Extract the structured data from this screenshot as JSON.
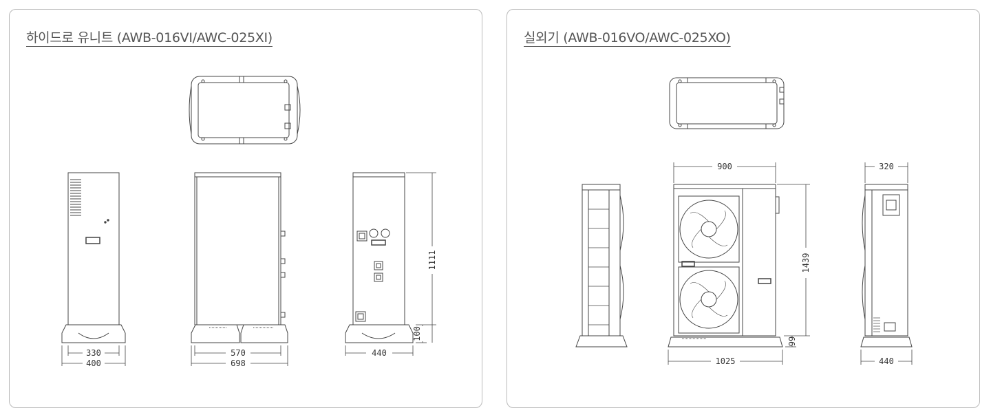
{
  "hydro_unit": {
    "title": "하이드로 유니트 (AWB-016VI/AWC-025XI)",
    "dims": {
      "w330": "330",
      "w400": "400",
      "w570": "570",
      "w698": "698",
      "w440": "440",
      "h1111": "1111",
      "h100": "100"
    }
  },
  "outdoor_unit": {
    "title": "실외기 (AWB-016VO/AWC-025XO)",
    "dims": {
      "w900": "900",
      "w1025": "1025",
      "h1439": "1439",
      "h99": "99",
      "w320": "320",
      "w440": "440"
    }
  },
  "colors": {
    "line": "#444444",
    "border": "#b9b9b9",
    "text": "#555555"
  }
}
